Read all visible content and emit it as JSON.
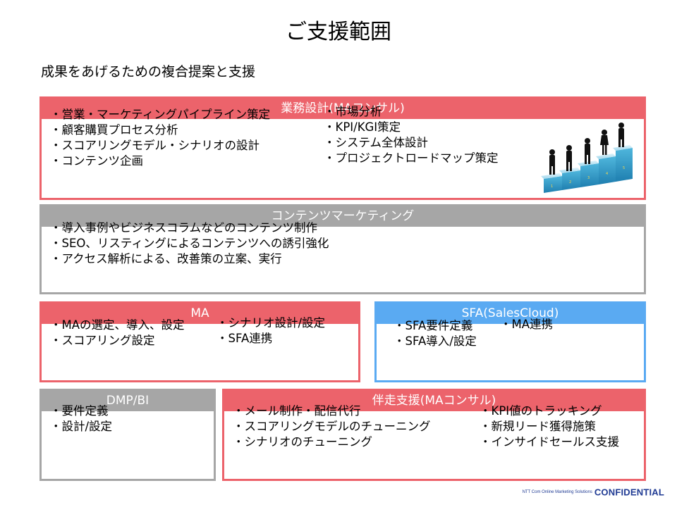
{
  "page": {
    "title": "ご支援範囲",
    "subtitle": "成果をあげるための複合提案と支援"
  },
  "boxes": {
    "ma_consult": {
      "header": "業務設計(MAコンサル)",
      "col1": [
        "・営業・マーケティングパイプライン策定",
        "・顧客購買プロセス分析",
        "・スコアリングモデル・シナリオの設計",
        "・コンテンツ企画"
      ],
      "col2": [
        "・市場分析",
        "・KPI/KGI策定",
        "・システム全体設計",
        "・プロジェクトロードマップ策定"
      ]
    },
    "content": {
      "header": "コンテンツマーケティング",
      "col1": [
        "・導入事例やビジネスコラムなどのコンテンツ制作",
        "・SEO、リスティングによるコンテンツへの誘引強化",
        "・アクセス解析による、改善策の立案、実行"
      ]
    },
    "ma": {
      "header": "MA",
      "col1": [
        "・MAの選定、導入、設定",
        "・スコアリング設定"
      ],
      "col2": [
        "・シナリオ設計/設定",
        "・SFA連携"
      ]
    },
    "sfa": {
      "header": "SFA(SalesCloud)",
      "col1": [
        "・SFA要件定義",
        "・SFA導入/設定"
      ],
      "col2": [
        "・MA連携"
      ]
    },
    "dmp": {
      "header": "DMP/BI",
      "col1": [
        "・要件定義",
        "・設計/設定"
      ]
    },
    "support": {
      "header": "伴走支援(MAコンサル)",
      "col1": [
        "・メール制作・配信代行",
        "・スコアリングモデルのチューニング",
        "・シナリオのチューニング"
      ],
      "col2": [
        "・KPI値のトラッキング",
        "・新規リード獲得施策",
        "・インサイドセールス支援"
      ]
    }
  },
  "footer": {
    "company": "NTT Com Online Marketing Solutions",
    "label": "CONFIDENTIAL"
  },
  "stairs_numbers": [
    "1",
    "2",
    "3",
    "4",
    "5"
  ],
  "colors": {
    "red": "#ec636b",
    "gray": "#a6a6a6",
    "blue": "#5aaaf2"
  }
}
